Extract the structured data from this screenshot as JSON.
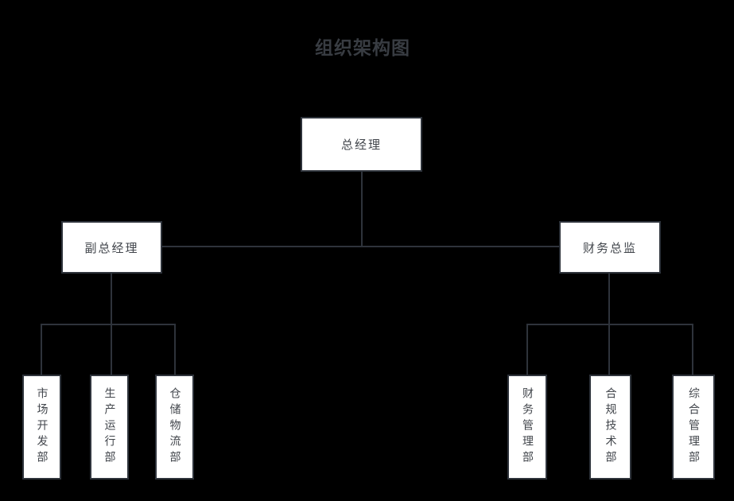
{
  "title": "组织架构图",
  "org": {
    "root": {
      "label": "总经理"
    },
    "level2": [
      {
        "label": "副总经理"
      },
      {
        "label": "财务总监"
      }
    ],
    "departments_left": [
      {
        "label": "市场开发部"
      },
      {
        "label": "生产运行部"
      },
      {
        "label": "仓储物流部"
      }
    ],
    "departments_right": [
      {
        "label": "财务管理部"
      },
      {
        "label": "合规技术部"
      },
      {
        "label": "综合管理部"
      }
    ]
  },
  "colors": {
    "background": "#000000",
    "node_fill": "#ffffff",
    "stroke": "#2e333b",
    "node_text": "#42464c",
    "title_text": "#383c42"
  }
}
